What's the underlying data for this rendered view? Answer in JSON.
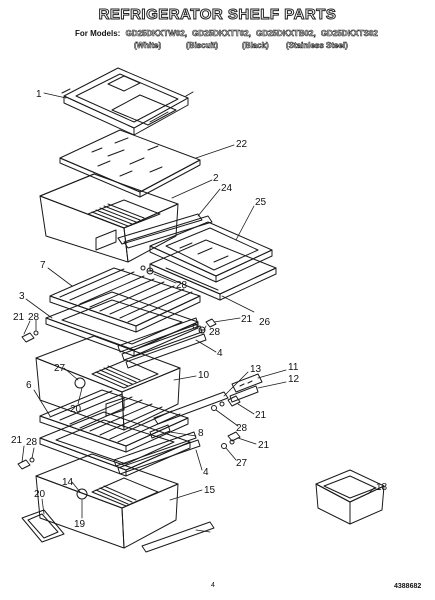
{
  "header": {
    "title": "REFRIGERATOR SHELF PARTS",
    "models_prefix": "For Models:",
    "models": [
      "GD25DKXTW02,",
      "GD25DKXTT02,",
      "GD25DKXTB02,",
      "GD25DKXTS02"
    ],
    "colors": [
      "(White)",
      "(Biscuit)",
      "(Black)",
      "(Stainless Steel)"
    ]
  },
  "callouts": [
    "1",
    "22",
    "2",
    "24",
    "25",
    "7",
    "28",
    "3",
    "21",
    "28",
    "28",
    "21",
    "26",
    "4",
    "13",
    "11",
    "12",
    "27",
    "10",
    "6",
    "20",
    "21",
    "28",
    "21",
    "8",
    "28",
    "21",
    "4",
    "27",
    "14",
    "15",
    "18",
    "20",
    "19"
  ],
  "footer": {
    "page_number": "4",
    "document_number": "4388682"
  }
}
